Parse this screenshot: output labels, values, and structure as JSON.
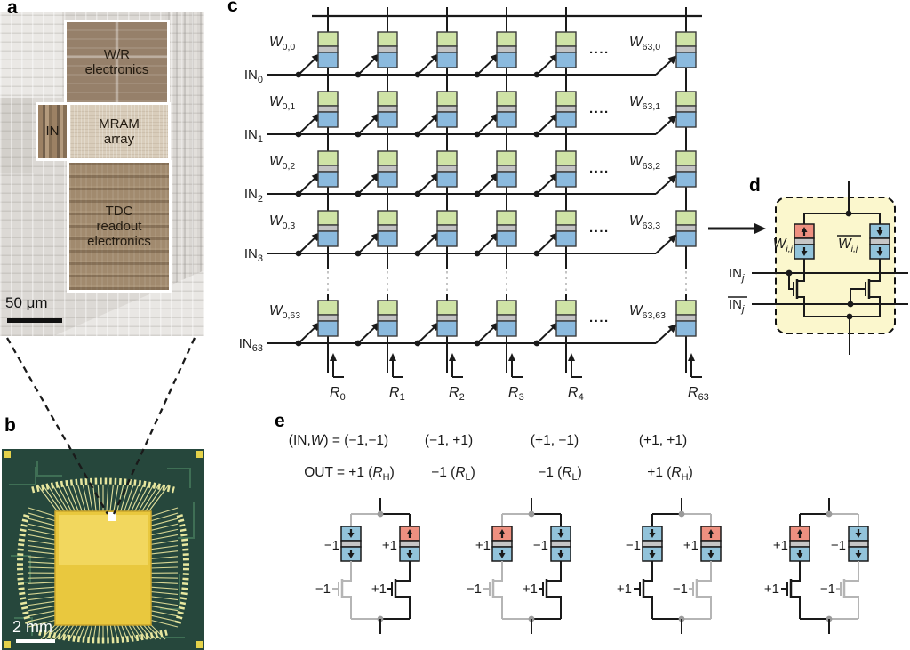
{
  "panels": {
    "a": "a",
    "b": "b",
    "c": "c",
    "d": "d",
    "e": "e"
  },
  "panel_a": {
    "region_wr": "W/R\nelectronics",
    "region_in": "IN",
    "region_mram": "MRAM\narray",
    "region_tdc": "TDC\nreadout\nelectronics",
    "scale_bar": "50 μm"
  },
  "panel_b": {
    "scale_bar": "2 mm"
  },
  "panel_c": {
    "dots": "....",
    "rows": [
      {
        "in_base": "IN",
        "in_sub": "0",
        "wl_base": "W",
        "wl_sub": "0,0",
        "wr_base": "W",
        "wr_sub": "63,0"
      },
      {
        "in_base": "IN",
        "in_sub": "1",
        "wl_base": "W",
        "wl_sub": "0,1",
        "wr_base": "W",
        "wr_sub": "63,1"
      },
      {
        "in_base": "IN",
        "in_sub": "2",
        "wl_base": "W",
        "wl_sub": "0,2",
        "wr_base": "W",
        "wr_sub": "63,2"
      },
      {
        "in_base": "IN",
        "in_sub": "3",
        "wl_base": "W",
        "wl_sub": "0,3",
        "wr_base": "W",
        "wr_sub": "63,3"
      },
      {
        "in_base": "IN",
        "in_sub": "63",
        "wl_base": "W",
        "wl_sub": "0,63",
        "wr_base": "W",
        "wr_sub": "63,63"
      }
    ],
    "readouts": [
      {
        "base": "R",
        "sub": "0"
      },
      {
        "base": "R",
        "sub": "1"
      },
      {
        "base": "R",
        "sub": "2"
      },
      {
        "base": "R",
        "sub": "3"
      },
      {
        "base": "R",
        "sub": "4"
      },
      {
        "base": "R",
        "sub": "63"
      }
    ]
  },
  "panel_d": {
    "w_base": "W",
    "w_sub": "i,j",
    "wbar_base": "W",
    "wbar_sub": "i,j",
    "in_base": "IN",
    "in_sub": "j",
    "inbar_base": "IN",
    "inbar_sub": "j"
  },
  "panel_e": {
    "header": [
      {
        "in_pre": "(IN,",
        "in_it": "W",
        "in_post": ") = (−1,−1)",
        "out_pre": "OUT = +1 (",
        "out_it": "R",
        "out_sub": "H",
        "out_post": ")"
      },
      {
        "in_post": "(−1, +1)",
        "out_pre": "−1 (",
        "out_it": "R",
        "out_sub": "L",
        "out_post": ")"
      },
      {
        "in_post": "(+1, −1)",
        "out_pre": "−1 (",
        "out_it": "R",
        "out_sub": "L",
        "out_post": ")"
      },
      {
        "in_post": "(+1, +1)",
        "out_pre": "+1 (",
        "out_it": "R",
        "out_sub": "H",
        "out_post": ")"
      }
    ],
    "circuits": [
      {
        "left": {
          "mtj": "P",
          "mtj_label": "−1",
          "gate_label": "−1",
          "active": false
        },
        "right": {
          "mtj": "AP",
          "mtj_label": "+1",
          "gate_label": "+1",
          "active": true
        }
      },
      {
        "left": {
          "mtj": "AP",
          "mtj_label": "+1",
          "gate_label": "−1",
          "active": false
        },
        "right": {
          "mtj": "P",
          "mtj_label": "−1",
          "gate_label": "+1",
          "active": true
        }
      },
      {
        "left": {
          "mtj": "P",
          "mtj_label": "−1",
          "gate_label": "+1",
          "active": true
        },
        "right": {
          "mtj": "AP",
          "mtj_label": "+1",
          "gate_label": "−1",
          "active": false
        }
      },
      {
        "left": {
          "mtj": "AP",
          "mtj_label": "+1",
          "gate_label": "+1",
          "active": true
        },
        "right": {
          "mtj": "P",
          "mtj_label": "−1",
          "gate_label": "−1",
          "active": false
        }
      }
    ]
  },
  "colors": {
    "ink": "#1a1a1a",
    "inactive": "#b5b5b5",
    "node_gray": "#9a9a9a",
    "cell_green": "#cfe3a6",
    "cell_gray": "#c3c3c3",
    "cell_blue": "#8bbade",
    "mtj_red": "#ee9080",
    "mtj_blue": "#92c3da",
    "mtj_gray": "#c6c6c6",
    "bitcell_bg": "#fbf7cd",
    "dotted_gray": "#bdbdbd"
  }
}
